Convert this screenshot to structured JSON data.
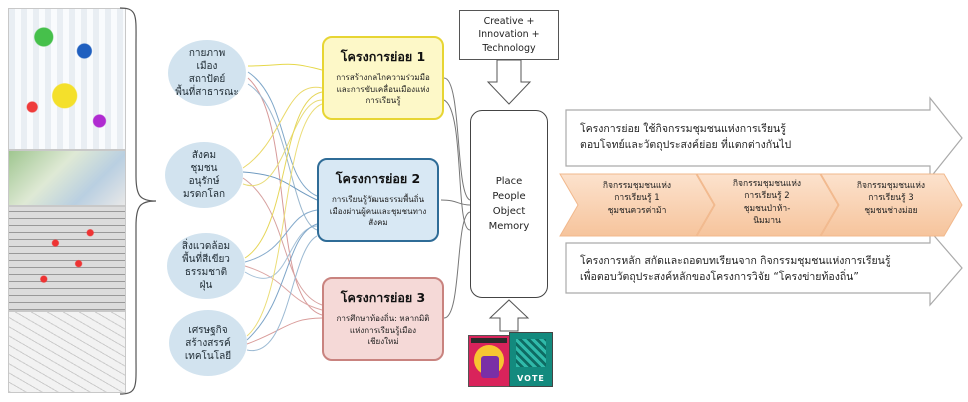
{
  "themes": [
    "กายภาพ\nเมือง\nสถาปัตย์\nพื้นที่สาธารณะ",
    "สังคม\nชุมชน\nอนุรักษ์\nมรดกโลก",
    "สิ่งแวดล้อม\nพื้นที่สีเขียว\nธรรมชาติ\nฝุ่น",
    "เศรษฐกิจ\nสร้างสรรค์\nเทคโนโลยี"
  ],
  "sub_projects": [
    {
      "title": "โครงการย่อย 1",
      "desc": "การสร้างกลไกความร่วมมือ\nและการขับเคลื่อนเมืองแห่ง\nการเรียนรู้"
    },
    {
      "title": "โครงการย่อย 2",
      "desc": "การเรียนรู้วัฒนธรรมพื้นถิ่น\nเมืองผ่านผู้คนและชุมชนทาง\nสังคม"
    },
    {
      "title": "โครงการย่อย 3",
      "desc": "การศึกษาท้องถิ่น: หลากมิติ\nแห่งการเรียนรู้เมือง\nเชียงใหม่"
    }
  ],
  "input_box": "Creative +\nInnovation +\nTechnology",
  "center": "Place\nPeople\nObject\nMemory",
  "top_arrow_text": "โครงการย่อย ใช้กิจกรรมชุมชนแห่งการเรียนรู้\nตอบโจทย์และวัตถุประสงค์ย่อย ที่แตกต่างกันไป",
  "activities": [
    "กิจกรรมชุมชนแห่ง\nการเรียนรู้ 1\nชุมชนควรค่าม้า",
    "กิจกรรมชุมชนแห่ง\nการเรียนรู้ 2\nชุมชนป่าห้า-\nนิมมาน",
    "กิจกรรมชุมชนแห่ง\nการเรียนรู้ 3\nชุมชนช่างม่อย"
  ],
  "bottom_arrow_text": "โครงการหลัก สกัดและถอดบทเรียนจาก กิจกรรมชุมชนแห่งการเรียนรู้\nเพื่อตอบวัตถุประสงค์หลักของโครงการวิจัย “โครงข่ายท้องถิ่น”",
  "book_label": "VOTE",
  "colors": {
    "theme_circle": "#d2e3ef",
    "project1": "#fdf8c8",
    "project2": "#d8e8f4",
    "project3": "#f5d9d7",
    "chevron": "#f9d3b3"
  }
}
